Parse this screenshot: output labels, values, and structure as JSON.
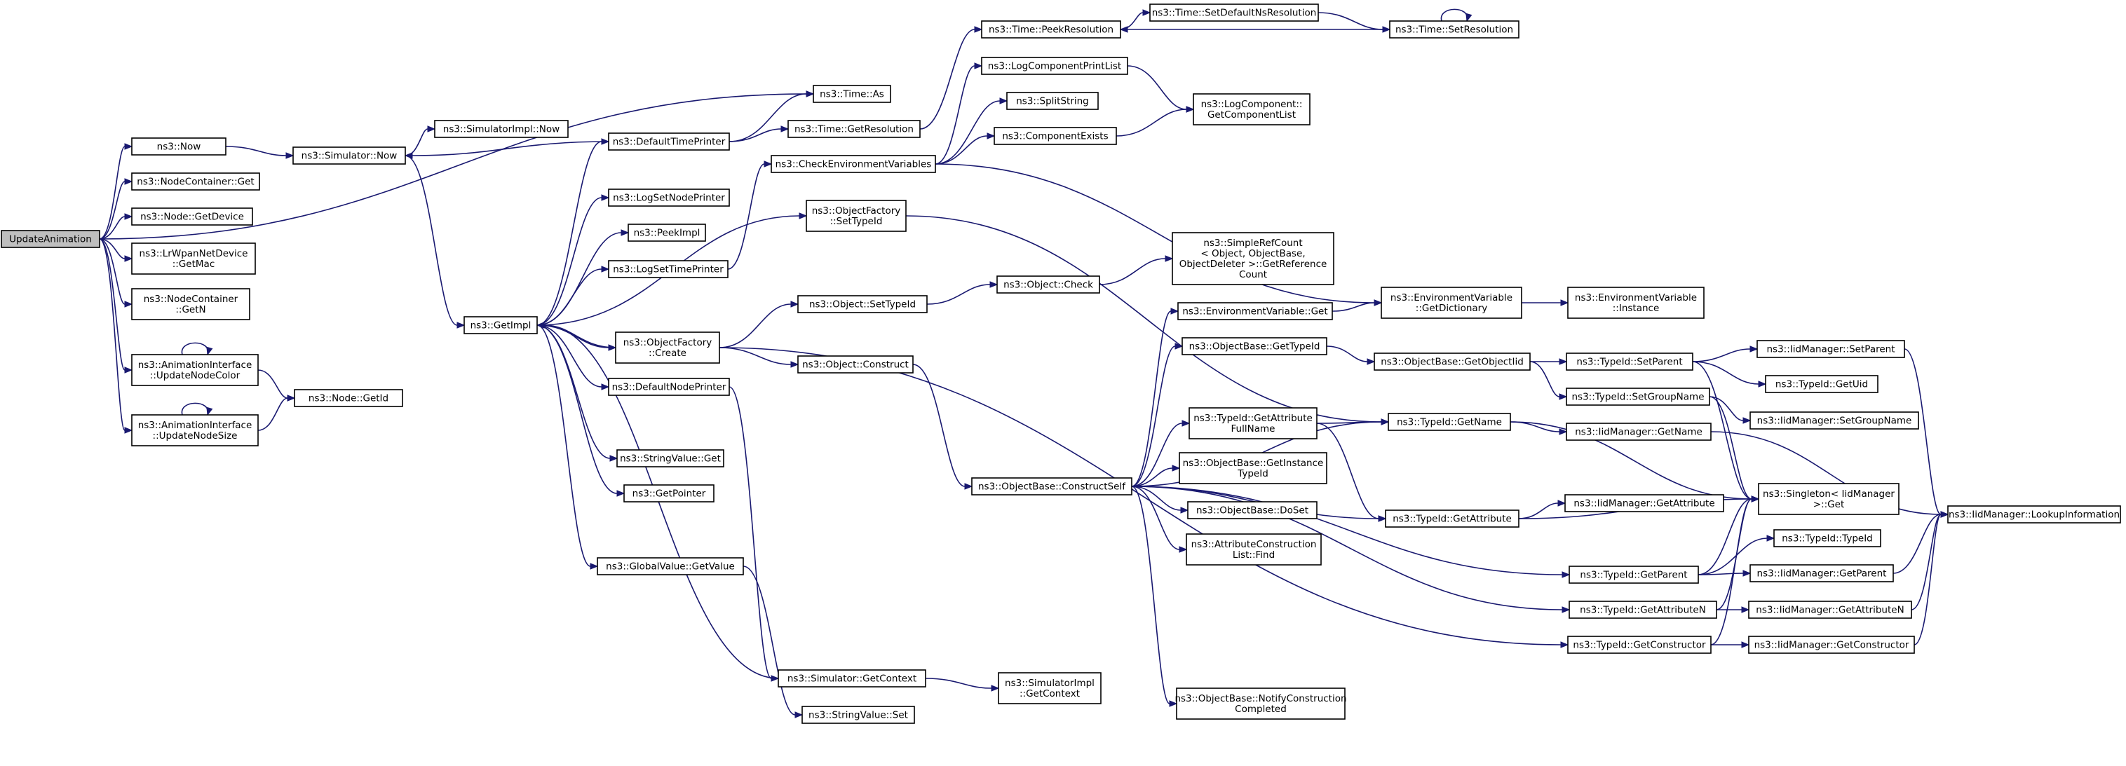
{
  "colors": {
    "edge": "#191970",
    "node_border": "#000000",
    "root_fill": "#bfbfbf",
    "node_fill": "#ffffff"
  },
  "nodes": [
    {
      "id": "update_animation",
      "label": [
        "UpdateAnimation"
      ],
      "root": true
    },
    {
      "id": "now",
      "label": [
        "ns3::Now"
      ]
    },
    {
      "id": "nodecontainer_get",
      "label": [
        "ns3::NodeContainer::Get"
      ]
    },
    {
      "id": "node_getdevice",
      "label": [
        "ns3::Node::GetDevice"
      ]
    },
    {
      "id": "lrwpan_getmac",
      "label": [
        "ns3::LrWpanNetDevice",
        "::GetMac"
      ]
    },
    {
      "id": "nodecontainer_getn",
      "label": [
        "ns3::NodeContainer",
        "::GetN"
      ]
    },
    {
      "id": "ai_updatenodecolor",
      "label": [
        "ns3::AnimationInterface",
        "::UpdateNodeColor"
      ]
    },
    {
      "id": "ai_updatenodesize",
      "label": [
        "ns3::AnimationInterface",
        "::UpdateNodeSize"
      ]
    },
    {
      "id": "node_getid",
      "label": [
        "ns3::Node::GetId"
      ]
    },
    {
      "id": "simulator_now",
      "label": [
        "ns3::Simulator::Now"
      ]
    },
    {
      "id": "simimpl_now",
      "label": [
        "ns3::SimulatorImpl::Now"
      ]
    },
    {
      "id": "getimpl",
      "label": [
        "ns3::GetImpl"
      ]
    },
    {
      "id": "defaulttimeprinter",
      "label": [
        "ns3::DefaultTimePrinter"
      ]
    },
    {
      "id": "logsetnodeprinter",
      "label": [
        "ns3::LogSetNodePrinter"
      ]
    },
    {
      "id": "peekimpl",
      "label": [
        "ns3::PeekImpl"
      ]
    },
    {
      "id": "logsettimeprinter",
      "label": [
        "ns3::LogSetTimePrinter"
      ]
    },
    {
      "id": "objectfactory_create",
      "label": [
        "ns3::ObjectFactory",
        "::Create"
      ]
    },
    {
      "id": "defaultnodeprinter",
      "label": [
        "ns3::DefaultNodePrinter"
      ]
    },
    {
      "id": "stringvalue_get",
      "label": [
        "ns3::StringValue::Get"
      ]
    },
    {
      "id": "getpointer",
      "label": [
        "ns3::GetPointer"
      ]
    },
    {
      "id": "globalvalue_getvalue",
      "label": [
        "ns3::GlobalValue::GetValue"
      ]
    },
    {
      "id": "time_as",
      "label": [
        "ns3::Time::As"
      ]
    },
    {
      "id": "time_getresolution",
      "label": [
        "ns3::Time::GetResolution"
      ]
    },
    {
      "id": "time_peekresolution",
      "label": [
        "ns3::Time::PeekResolution"
      ]
    },
    {
      "id": "time_setdefaultns",
      "label": [
        "ns3::Time::SetDefaultNsResolution"
      ]
    },
    {
      "id": "time_setresolution",
      "label": [
        "ns3::Time::SetResolution"
      ]
    },
    {
      "id": "logcomponentprintlist",
      "label": [
        "ns3::LogComponentPrintList"
      ]
    },
    {
      "id": "splitstring",
      "label": [
        "ns3::SplitString"
      ]
    },
    {
      "id": "componentexists",
      "label": [
        "ns3::ComponentExists"
      ]
    },
    {
      "id": "logcomponent_getlist",
      "label": [
        "ns3::LogComponent::",
        "GetComponentList"
      ]
    },
    {
      "id": "checkenvvars",
      "label": [
        "ns3::CheckEnvironmentVariables"
      ]
    },
    {
      "id": "objectfactory_settypeid",
      "label": [
        "ns3::ObjectFactory",
        "::SetTypeId"
      ]
    },
    {
      "id": "object_settypeid",
      "label": [
        "ns3::Object::SetTypeId"
      ]
    },
    {
      "id": "object_construct",
      "label": [
        "ns3::Object::Construct"
      ]
    },
    {
      "id": "object_check",
      "label": [
        "ns3::Object::Check"
      ]
    },
    {
      "id": "simplerefcount_getrefcount",
      "label": [
        "ns3::SimpleRefCount",
        "< Object, ObjectBase,",
        "ObjectDeleter >::GetReference",
        "Count"
      ]
    },
    {
      "id": "simulator_getcontext",
      "label": [
        "ns3::Simulator::GetContext"
      ]
    },
    {
      "id": "stringvalue_set",
      "label": [
        "ns3::StringValue::Set"
      ]
    },
    {
      "id": "simimpl_getcontext",
      "label": [
        "ns3::SimulatorImpl",
        "::GetContext"
      ]
    },
    {
      "id": "objectbase_constructself",
      "label": [
        "ns3::ObjectBase::ConstructSelf"
      ]
    },
    {
      "id": "envvar_get",
      "label": [
        "ns3::EnvironmentVariable::Get"
      ]
    },
    {
      "id": "objectbase_gettypeid",
      "label": [
        "ns3::ObjectBase::GetTypeId"
      ]
    },
    {
      "id": "typeid_getattrfullname",
      "label": [
        "ns3::TypeId::GetAttribute",
        "FullName"
      ]
    },
    {
      "id": "objectbase_getinstancetypeid",
      "label": [
        "ns3::ObjectBase::GetInstance",
        "TypeId"
      ]
    },
    {
      "id": "objectbase_doset",
      "label": [
        "ns3::ObjectBase::DoSet"
      ]
    },
    {
      "id": "attrconstructionlist_find",
      "label": [
        "ns3::AttributeConstruction",
        "List::Find"
      ]
    },
    {
      "id": "objectbase_notifyconstruction",
      "label": [
        "ns3::ObjectBase::NotifyConstruction",
        "Completed"
      ]
    },
    {
      "id": "envvar_getdictionary",
      "label": [
        "ns3::EnvironmentVariable",
        "::GetDictionary"
      ]
    },
    {
      "id": "envvar_instance",
      "label": [
        "ns3::EnvironmentVariable",
        "::Instance"
      ]
    },
    {
      "id": "objectbase_getobjectiid",
      "label": [
        "ns3::ObjectBase::GetObjectIid"
      ]
    },
    {
      "id": "typeid_getname",
      "label": [
        "ns3::TypeId::GetName"
      ]
    },
    {
      "id": "typeid_getattribute",
      "label": [
        "ns3::TypeId::GetAttribute"
      ]
    },
    {
      "id": "typeid_setparent",
      "label": [
        "ns3::TypeId::SetParent"
      ]
    },
    {
      "id": "typeid_setgroupname",
      "label": [
        "ns3::TypeId::SetGroupName"
      ]
    },
    {
      "id": "iidmanager_getname",
      "label": [
        "ns3::IidManager::GetName"
      ]
    },
    {
      "id": "iidmanager_getattribute",
      "label": [
        "ns3::IidManager::GetAttribute"
      ]
    },
    {
      "id": "typeid_getparent",
      "label": [
        "ns3::TypeId::GetParent"
      ]
    },
    {
      "id": "typeid_getattributen",
      "label": [
        "ns3::TypeId::GetAttributeN"
      ]
    },
    {
      "id": "typeid_getconstructor",
      "label": [
        "ns3::TypeId::GetConstructor"
      ]
    },
    {
      "id": "iidmanager_setparent",
      "label": [
        "ns3::IidManager::SetParent"
      ]
    },
    {
      "id": "typeid_getuid",
      "label": [
        "ns3::TypeId::GetUid"
      ]
    },
    {
      "id": "iidmanager_setgroupname",
      "label": [
        "ns3::IidManager::SetGroupName"
      ]
    },
    {
      "id": "singleton_get",
      "label": [
        "ns3::Singleton< IidManager",
        ">::Get"
      ]
    },
    {
      "id": "typeid_typeid",
      "label": [
        "ns3::TypeId::TypeId"
      ]
    },
    {
      "id": "iidmanager_getparent",
      "label": [
        "ns3::IidManager::GetParent"
      ]
    },
    {
      "id": "iidmanager_getattributen",
      "label": [
        "ns3::IidManager::GetAttributeN"
      ]
    },
    {
      "id": "iidmanager_getconstructor",
      "label": [
        "ns3::IidManager::GetConstructor"
      ]
    },
    {
      "id": "iidmanager_lookupinfo",
      "label": [
        "ns3::IidManager::LookupInformation"
      ]
    }
  ],
  "edges": [
    [
      "update_animation",
      "time_as"
    ],
    [
      "update_animation",
      "now"
    ],
    [
      "update_animation",
      "nodecontainer_get"
    ],
    [
      "update_animation",
      "node_getdevice"
    ],
    [
      "update_animation",
      "lrwpan_getmac"
    ],
    [
      "update_animation",
      "nodecontainer_getn"
    ],
    [
      "update_animation",
      "ai_updatenodecolor"
    ],
    [
      "update_animation",
      "ai_updatenodesize"
    ],
    [
      "ai_updatenodecolor",
      "ai_updatenodecolor"
    ],
    [
      "ai_updatenodesize",
      "ai_updatenodesize"
    ],
    [
      "ai_updatenodecolor",
      "node_getid"
    ],
    [
      "ai_updatenodesize",
      "node_getid"
    ],
    [
      "now",
      "simulator_now"
    ],
    [
      "simulator_now",
      "simimpl_now"
    ],
    [
      "simulator_now",
      "getimpl"
    ],
    [
      "defaulttimeprinter",
      "simulator_now"
    ],
    [
      "getimpl",
      "defaulttimeprinter"
    ],
    [
      "getimpl",
      "logsetnodeprinter"
    ],
    [
      "getimpl",
      "peekimpl"
    ],
    [
      "getimpl",
      "logsettimeprinter"
    ],
    [
      "getimpl",
      "objectfactory_settypeid"
    ],
    [
      "getimpl",
      "objectfactory_create"
    ],
    [
      "getimpl",
      "defaultnodeprinter"
    ],
    [
      "getimpl",
      "stringvalue_get"
    ],
    [
      "getimpl",
      "getpointer"
    ],
    [
      "getimpl",
      "globalvalue_getvalue"
    ],
    [
      "objectfactory_create",
      "getimpl"
    ],
    [
      "defaultnodeprinter",
      "simulator_getcontext"
    ],
    [
      "simulator_getcontext",
      "getimpl"
    ],
    [
      "defaulttimeprinter",
      "time_as"
    ],
    [
      "defaulttimeprinter",
      "time_getresolution"
    ],
    [
      "time_getresolution",
      "time_peekresolution"
    ],
    [
      "time_peekresolution",
      "time_setdefaultns"
    ],
    [
      "time_setdefaultns",
      "time_setresolution"
    ],
    [
      "time_setresolution",
      "time_peekresolution"
    ],
    [
      "time_setresolution",
      "time_setresolution"
    ],
    [
      "logsettimeprinter",
      "checkenvvars"
    ],
    [
      "checkenvvars",
      "logcomponentprintlist"
    ],
    [
      "checkenvvars",
      "splitstring"
    ],
    [
      "checkenvvars",
      "componentexists"
    ],
    [
      "checkenvvars",
      "envvar_getdictionary"
    ],
    [
      "logcomponentprintlist",
      "logcomponent_getlist"
    ],
    [
      "componentexists",
      "logcomponent_getlist"
    ],
    [
      "objectfactory_settypeid",
      "typeid_getname"
    ],
    [
      "objectfactory_create",
      "object_settypeid"
    ],
    [
      "objectfactory_create",
      "object_construct"
    ],
    [
      "objectfactory_create",
      "typeid_getconstructor"
    ],
    [
      "object_settypeid",
      "object_check"
    ],
    [
      "object_check",
      "simplerefcount_getrefcount"
    ],
    [
      "object_construct",
      "objectbase_constructself"
    ],
    [
      "globalvalue_getvalue",
      "stringvalue_set"
    ],
    [
      "simulator_getcontext",
      "simimpl_getcontext"
    ],
    [
      "objectbase_constructself",
      "envvar_get"
    ],
    [
      "objectbase_constructself",
      "objectbase_gettypeid"
    ],
    [
      "objectbase_constructself",
      "typeid_getname"
    ],
    [
      "objectbase_constructself",
      "typeid_getattrfullname"
    ],
    [
      "objectbase_constructself",
      "objectbase_getinstancetypeid"
    ],
    [
      "objectbase_constructself",
      "objectbase_doset"
    ],
    [
      "objectbase_constructself",
      "attrconstructionlist_find"
    ],
    [
      "objectbase_constructself",
      "typeid_getattribute"
    ],
    [
      "objectbase_constructself",
      "typeid_getparent"
    ],
    [
      "objectbase_constructself",
      "typeid_getattributen"
    ],
    [
      "objectbase_constructself",
      "objectbase_notifyconstruction"
    ],
    [
      "envvar_get",
      "envvar_getdictionary"
    ],
    [
      "envvar_getdictionary",
      "envvar_instance"
    ],
    [
      "objectbase_gettypeid",
      "objectbase_getobjectiid"
    ],
    [
      "objectbase_getobjectiid",
      "typeid_setparent"
    ],
    [
      "objectbase_getobjectiid",
      "typeid_setgroupname"
    ],
    [
      "typeid_getattrfullname",
      "typeid_getname"
    ],
    [
      "typeid_getattrfullname",
      "typeid_getattribute"
    ],
    [
      "typeid_getname",
      "iidmanager_getname"
    ],
    [
      "typeid_getname",
      "singleton_get"
    ],
    [
      "typeid_getattribute",
      "iidmanager_getattribute"
    ],
    [
      "typeid_getattribute",
      "singleton_get"
    ],
    [
      "typeid_setparent",
      "iidmanager_setparent"
    ],
    [
      "typeid_setparent",
      "typeid_getuid"
    ],
    [
      "typeid_setparent",
      "singleton_get"
    ],
    [
      "typeid_setgroupname",
      "iidmanager_setgroupname"
    ],
    [
      "typeid_setgroupname",
      "singleton_get"
    ],
    [
      "typeid_getparent",
      "typeid_typeid"
    ],
    [
      "typeid_getparent",
      "iidmanager_getparent"
    ],
    [
      "typeid_getparent",
      "singleton_get"
    ],
    [
      "typeid_getattributen",
      "iidmanager_getattributen"
    ],
    [
      "typeid_getattributen",
      "singleton_get"
    ],
    [
      "typeid_getconstructor",
      "iidmanager_getconstructor"
    ],
    [
      "typeid_getconstructor",
      "singleton_get"
    ],
    [
      "iidmanager_setparent",
      "iidmanager_lookupinfo"
    ],
    [
      "iidmanager_getname",
      "iidmanager_lookupinfo"
    ],
    [
      "iidmanager_getparent",
      "iidmanager_lookupinfo"
    ],
    [
      "iidmanager_getattributen",
      "iidmanager_lookupinfo"
    ],
    [
      "iidmanager_getconstructor",
      "iidmanager_lookupinfo"
    ]
  ]
}
